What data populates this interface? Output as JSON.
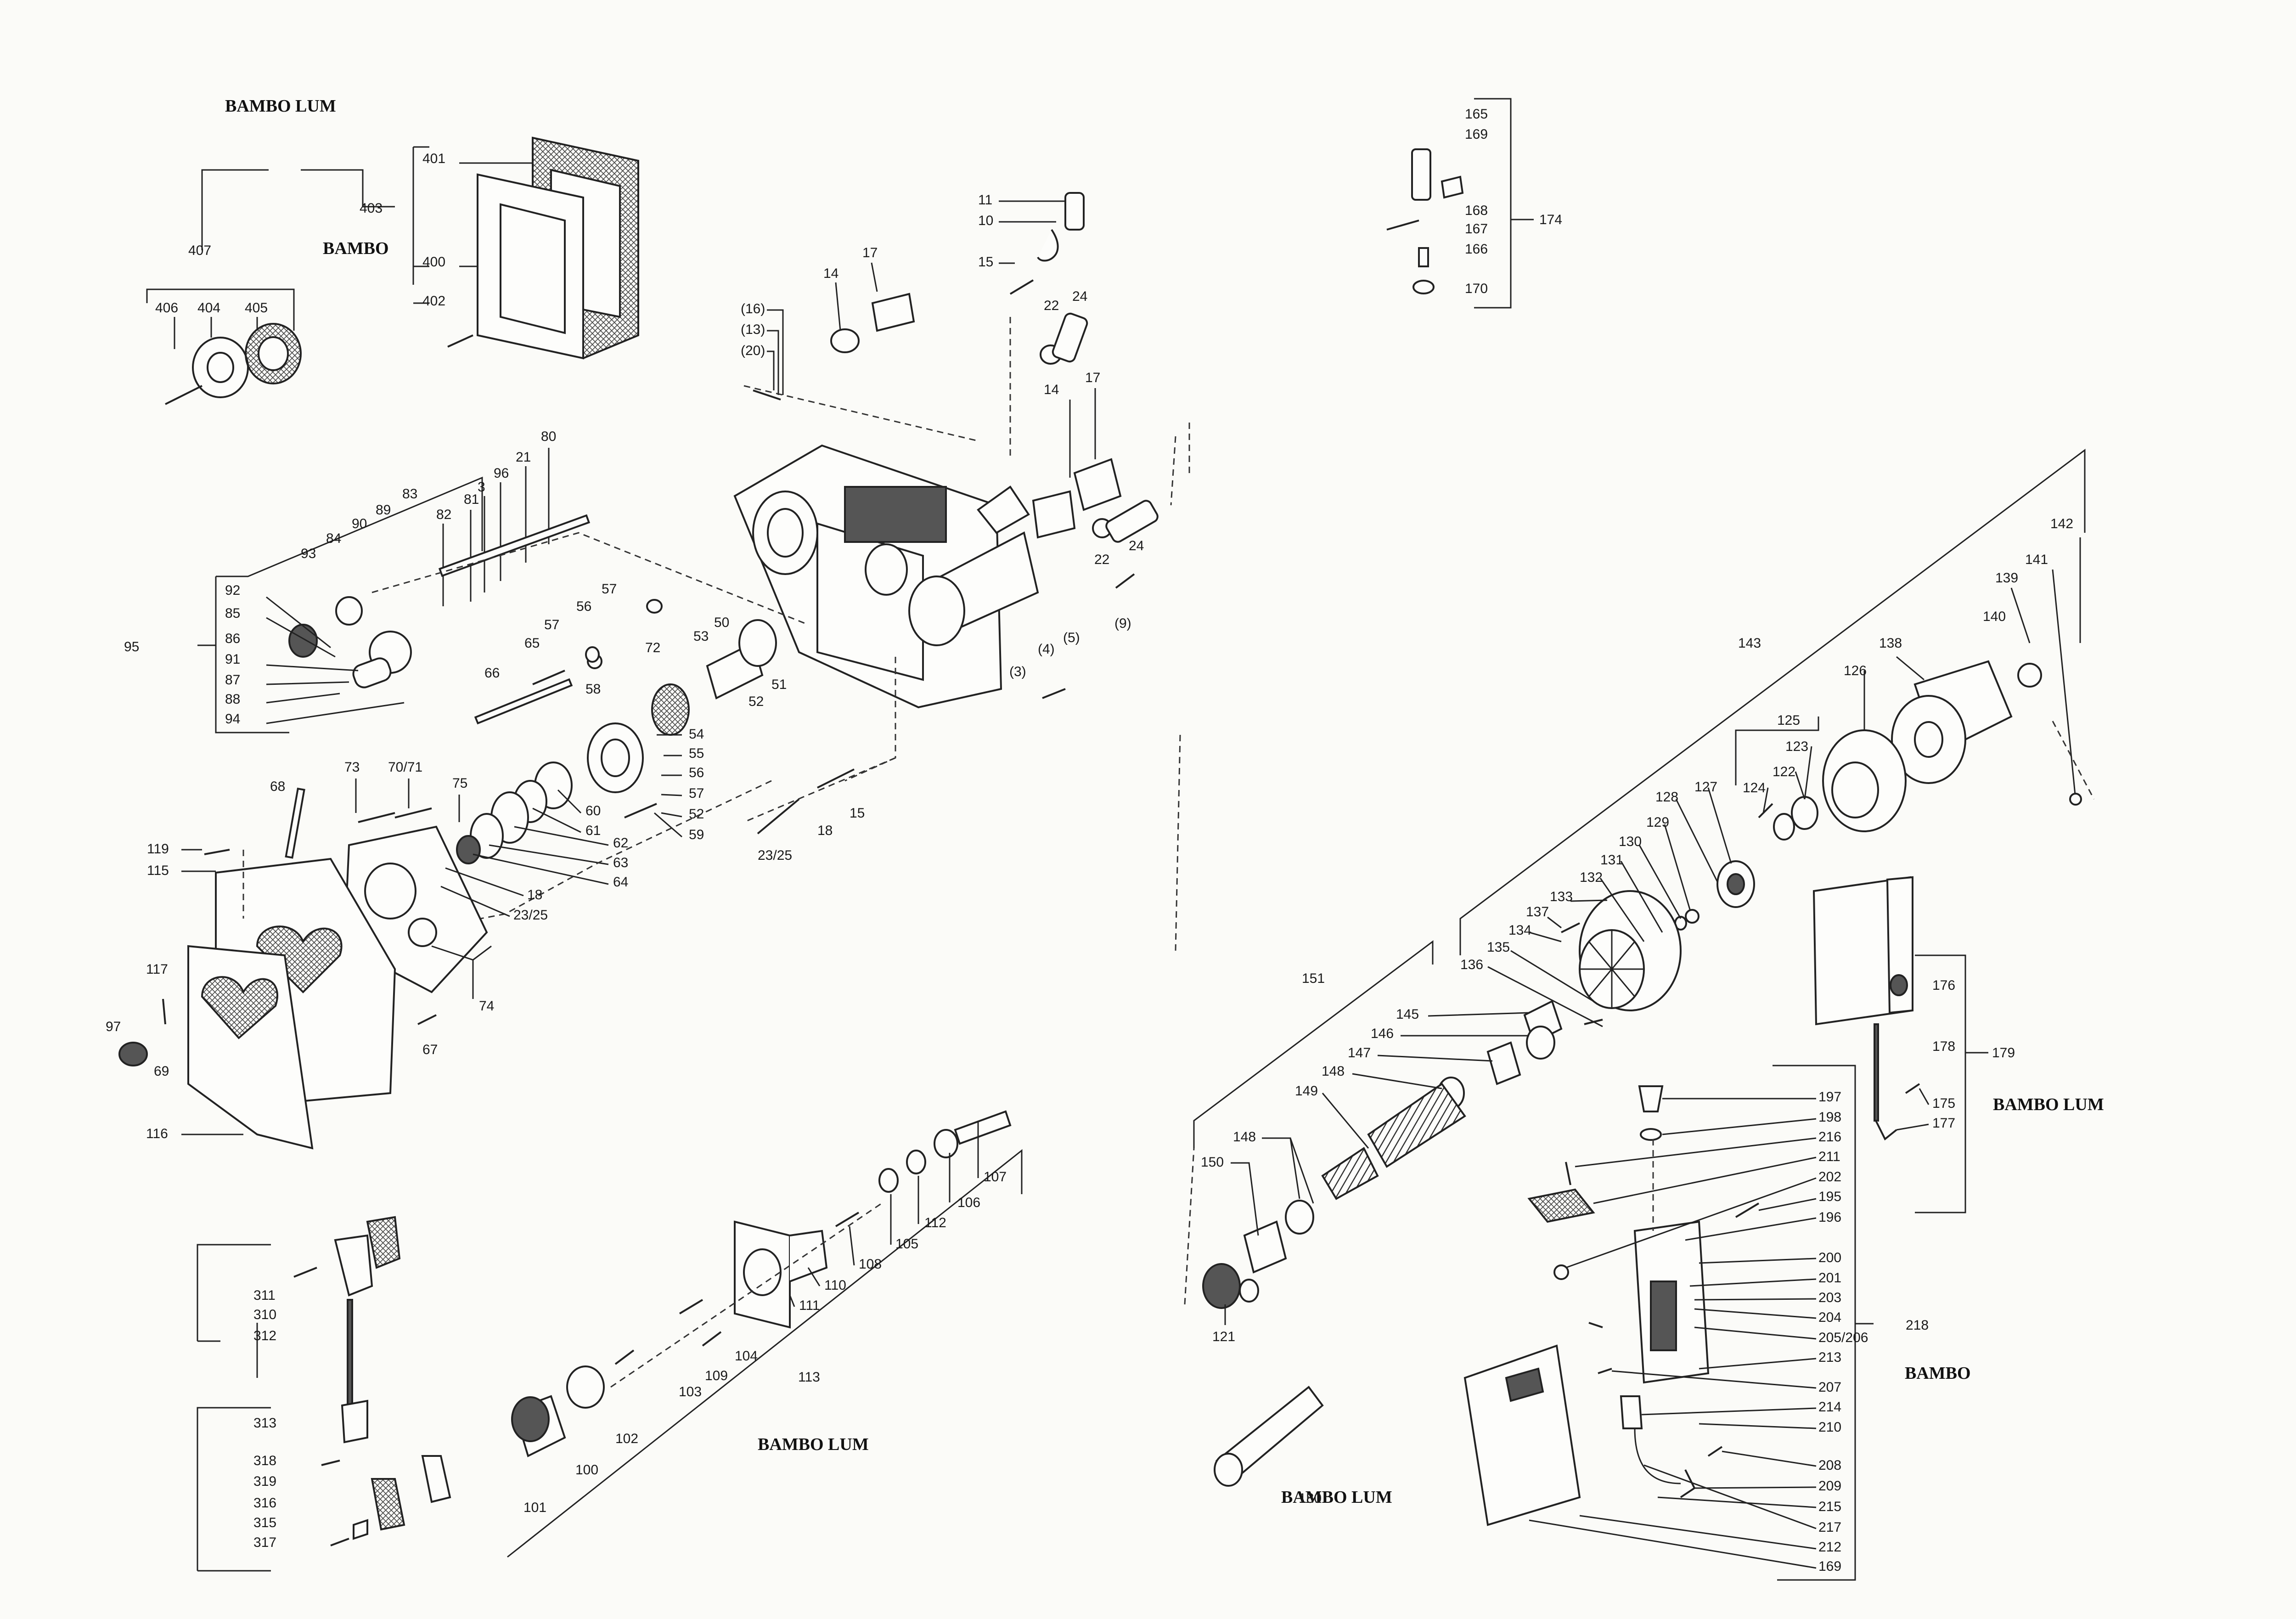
{
  "headings": {
    "top_left": "BAMBO LUM",
    "gasket_group": "BAMBO",
    "nozzle_group": "BAMBO LUM",
    "electrode_group": "BAMBO LUM",
    "bracket_group": "BAMBO LUM",
    "control_box_group": "BAMBO"
  },
  "labels": {
    "407": "407",
    "406": "406",
    "404": "404",
    "405": "405",
    "403": "403",
    "401": "401",
    "400": "400",
    "402": "402",
    "16p": "(16)",
    "13p": "(13)",
    "20p": "(20)",
    "14a": "14",
    "17a": "17",
    "11": "11",
    "10": "10",
    "15a": "15",
    "22a": "22",
    "24a": "24",
    "14b": "14",
    "17b": "17",
    "22b": "22",
    "24b": "24",
    "9p": "(9)",
    "4p": "(4)",
    "5p": "(5)",
    "3p": "(3)",
    "80": "80",
    "83": "83",
    "21": "21",
    "96": "96",
    "3": "3",
    "81": "81",
    "82": "82",
    "89": "89",
    "90": "90",
    "84": "84",
    "93": "93",
    "92": "92",
    "85": "85",
    "86": "86",
    "91": "91",
    "87": "87",
    "88": "88",
    "94": "94",
    "95": "95",
    "57a": "57",
    "56": "56",
    "57b": "57",
    "65": "65",
    "66": "66",
    "72": "72",
    "53": "53",
    "50": "50",
    "51": "51",
    "52a": "52",
    "58": "58",
    "54": "54",
    "55": "55",
    "56b": "56",
    "57c": "57",
    "52b": "52",
    "59": "59",
    "60": "60",
    "61": "61",
    "62": "62",
    "63": "63",
    "64": "64",
    "15b": "15",
    "18a": "18",
    "2325a": "23/25",
    "68": "68",
    "73": "73",
    "7071": "70/71",
    "75": "75",
    "18b": "18",
    "2325b": "23/25",
    "119": "119",
    "115": "115",
    "117": "117",
    "97": "97",
    "69": "69",
    "116": "116",
    "74": "74",
    "67": "67",
    "107": "107",
    "106": "106",
    "112": "112",
    "105": "105",
    "108": "108",
    "110": "110",
    "111": "111",
    "103": "103",
    "109": "109",
    "104": "104",
    "113": "113",
    "102": "102",
    "100": "100",
    "101": "101",
    "311": "311",
    "310": "310",
    "312": "312",
    "313": "313",
    "318": "318",
    "319": "319",
    "316": "316",
    "315": "315",
    "317": "317",
    "165": "165",
    "169": "169",
    "168": "168",
    "167": "167",
    "166": "166",
    "170": "170",
    "174": "174",
    "142": "142",
    "141": "141",
    "139": "139",
    "140": "140",
    "143": "143",
    "138": "138",
    "126": "126",
    "125": "125",
    "123": "123",
    "122": "122",
    "124": "124",
    "127": "127",
    "128": "128",
    "129": "129",
    "130": "130",
    "131": "131",
    "132": "132",
    "133": "133",
    "137": "137",
    "134": "134",
    "135": "135",
    "136": "136",
    "151": "151",
    "145": "145",
    "146": "146",
    "147": "147",
    "148a": "148",
    "149": "149",
    "148b": "148",
    "150": "150",
    "121": "121",
    "180": "180",
    "176": "176",
    "178": "178",
    "179": "179",
    "175": "175",
    "177": "177",
    "197": "197",
    "198": "198",
    "216": "216",
    "211": "211",
    "202": "202",
    "195": "195",
    "196": "196",
    "200": "200",
    "201": "201",
    "203": "203",
    "204": "204",
    "205206": "205/206",
    "213": "213",
    "207": "207",
    "214": "214",
    "210": "210",
    "208": "208",
    "209": "209",
    "215": "215",
    "217": "217",
    "212": "212",
    "169b": "169",
    "218": "218"
  }
}
